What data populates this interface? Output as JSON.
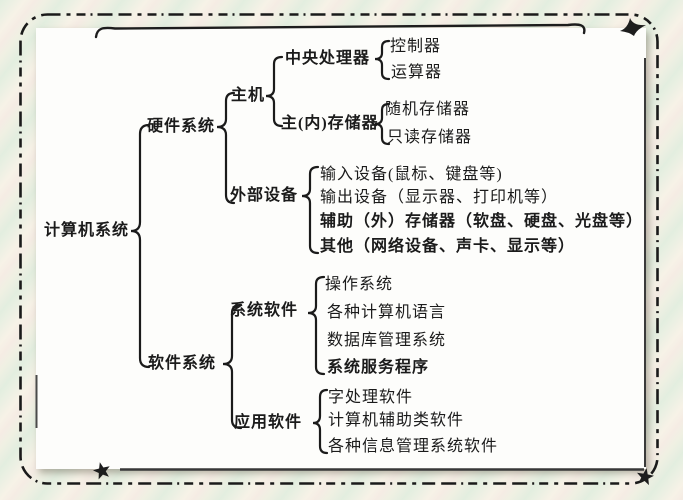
{
  "colors": {
    "ink": "#1b1b1b",
    "paper": "#fdfdfb",
    "stripe_green": "#e2eedf",
    "stripe_cream": "#f7f2e7",
    "stripe_pink": "#f5ece4"
  },
  "icons": {
    "five_point_star": "★",
    "four_point_star": "✦"
  },
  "tree": {
    "root": {
      "label": "计算机系统",
      "hardware": {
        "label": "硬件系统",
        "host": {
          "label": "主机",
          "cpu": {
            "label": "中央处理器",
            "items": [
              "控制器",
              "运算器"
            ]
          },
          "memory": {
            "label": "主(内)存储器",
            "items": [
              "随机存储器",
              "只读存储器"
            ]
          }
        },
        "peripherals": {
          "label": "外部设备",
          "items": [
            "输入设备(鼠标、键盘等)",
            "输出设备（显示器、打印机等）",
            "辅助（外）存储器（软盘、硬盘、光盘等）",
            "其他（网络设备、声卡、显示等）"
          ]
        }
      },
      "software": {
        "label": "软件系统",
        "system": {
          "label": "系统软件",
          "items": [
            "操作系统",
            "各种计算机语言",
            "数据库管理系统",
            "系统服务程序"
          ]
        },
        "application": {
          "label": "应用软件",
          "items": [
            "字处理软件",
            "计算机辅助类软件",
            "各种信息管理系统软件"
          ]
        }
      }
    }
  }
}
